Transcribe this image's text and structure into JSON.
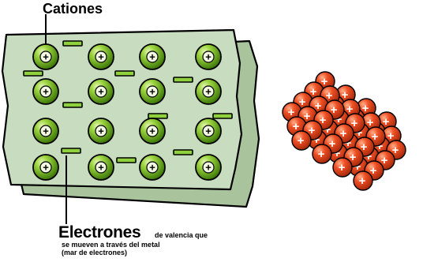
{
  "labels": {
    "cationes": "Cationes",
    "electrones": "Electrones",
    "description_line1": "de valencia que",
    "description_line2": "se mueven a través del metal",
    "description_line3": "(mar de electrones)"
  },
  "symbols": {
    "cation": "+",
    "electron": "−"
  },
  "colors": {
    "sheet_front": "#c8dcc0",
    "sheet_back": "#a9c49c",
    "cation_fill": "#7dc12e",
    "cation_dark": "#3f7a0a",
    "electron_bar": "#8fd13c",
    "lattice_ion": "#e8451e",
    "lattice_ion_dark": "#a82a0c"
  },
  "icons": [
    "cation-icon",
    "electron-icon",
    "lattice-ion-icon"
  ]
}
